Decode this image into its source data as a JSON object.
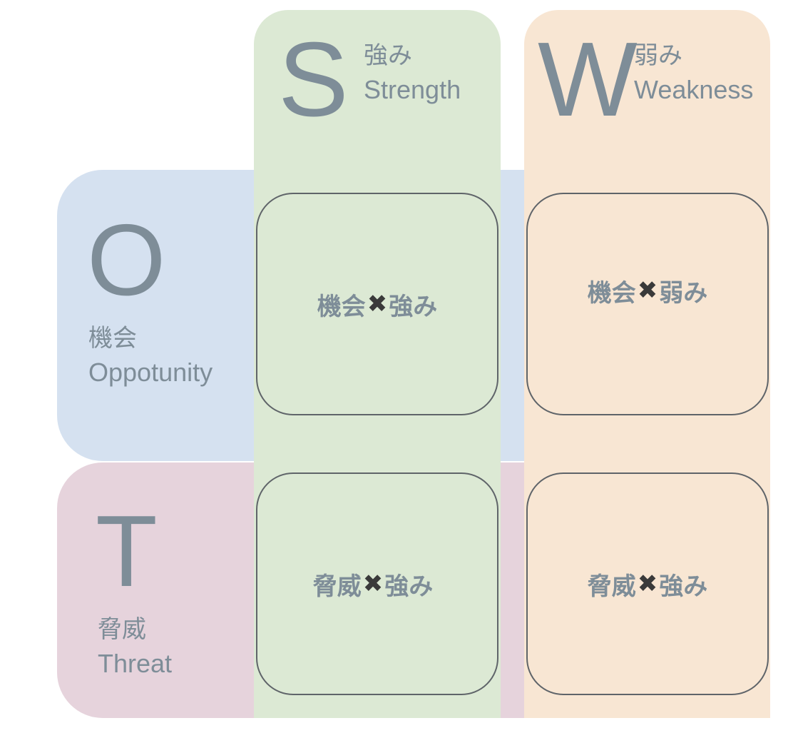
{
  "columns": {
    "s": {
      "letter": "S",
      "jp": "強み",
      "en": "Strength"
    },
    "w": {
      "letter": "W",
      "jp": "弱み",
      "en": "Weakness"
    }
  },
  "rows": {
    "o": {
      "letter": "O",
      "jp": "機会",
      "en": "Oppotunity"
    },
    "t": {
      "letter": "T",
      "jp": "脅威",
      "en": "Threat"
    }
  },
  "cells": {
    "os": {
      "left": "機会",
      "times": "✖",
      "right": "強み"
    },
    "ow": {
      "left": "機会",
      "times": "✖",
      "right": "弱み"
    },
    "ts": {
      "left": "脅威",
      "times": "✖",
      "right": "強み"
    },
    "tw": {
      "left": "脅威",
      "times": "✖",
      "right": "強み"
    }
  },
  "colors": {
    "opportunity_band": "#d5e1f0",
    "threat_band": "#e6d3dc",
    "strength_band": "#dce9d4",
    "weakness_band": "#f8e6d3",
    "text": "#7e8d98",
    "cell_border": "#5f6469"
  }
}
